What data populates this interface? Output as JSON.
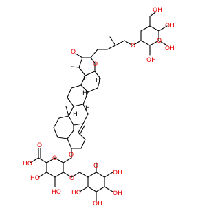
{
  "molecule": {
    "atom_labels": {
      "oh_sugar_top_ch2": "OH",
      "o_glycosidic_top": "O",
      "o_ring_top": "O",
      "oh_top_1": "OH",
      "oh_top_2": "OH",
      "oh_top_3": "OH",
      "o_methoxy": "O",
      "o_furan": "O",
      "h_1": "H",
      "h_2": "H",
      "h_3": "H",
      "h_4": "H",
      "h_5": "H",
      "o_c3": "O",
      "o_gluc_ring": "O",
      "o_rham_ring": "O",
      "o_carboxyl_oh": "HO",
      "o_carboxyl_eq": "O",
      "oh_gluc_2": "HO",
      "oh_gluc_3": "HO",
      "o_link": "O",
      "oh_rham_1": "OH",
      "oh_rham_2": "OH",
      "oh_rham_3": "HO",
      "oh_rham_4": "OH"
    },
    "colors": {
      "bond": "#000000",
      "oxygen": "#e60000"
    }
  }
}
